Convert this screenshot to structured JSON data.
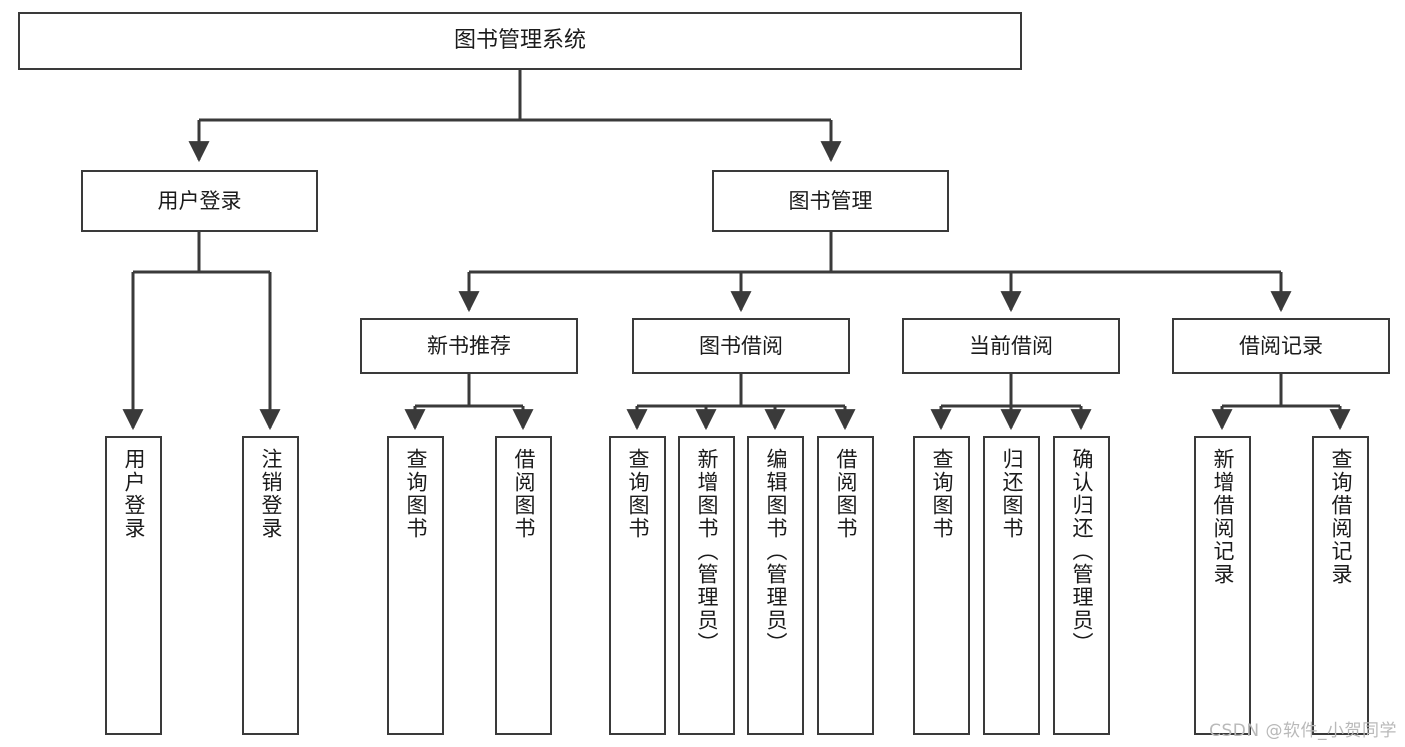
{
  "diagram": {
    "title": "图书管理系统",
    "type": "tree",
    "watermark": "CSDN @软件_小贺同学",
    "colors": {
      "box_border": "#3a3a3a",
      "box_fill": "#ffffff",
      "connector": "#3a3a3a",
      "text": "#1b1b1b",
      "watermark": "#b9b9b9"
    },
    "nodes": {
      "root": {
        "label": "图书管理系统"
      },
      "level2": [
        {
          "label": "用户登录"
        },
        {
          "label": "图书管理"
        }
      ],
      "level3": [
        {
          "label": "新书推荐"
        },
        {
          "label": "图书借阅"
        },
        {
          "label": "当前借阅"
        },
        {
          "label": "借阅记录"
        }
      ],
      "leaves": {
        "user_login": [
          {
            "label": "用户登录"
          },
          {
            "label": "注销登录"
          }
        ],
        "new_book_recommend": [
          {
            "label": "查询图书"
          },
          {
            "label": "借阅图书"
          }
        ],
        "book_borrow": [
          {
            "label": "查询图书"
          },
          {
            "label": "新增图书（管理员）"
          },
          {
            "label": "编辑图书（管理员）"
          },
          {
            "label": "借阅图书"
          }
        ],
        "current_borrow": [
          {
            "label": "查询图书"
          },
          {
            "label": "归还图书"
          },
          {
            "label": "确认归还（管理员）"
          }
        ],
        "borrow_record": [
          {
            "label": "新增借阅记录"
          },
          {
            "label": "查询借阅记录"
          }
        ]
      }
    }
  }
}
